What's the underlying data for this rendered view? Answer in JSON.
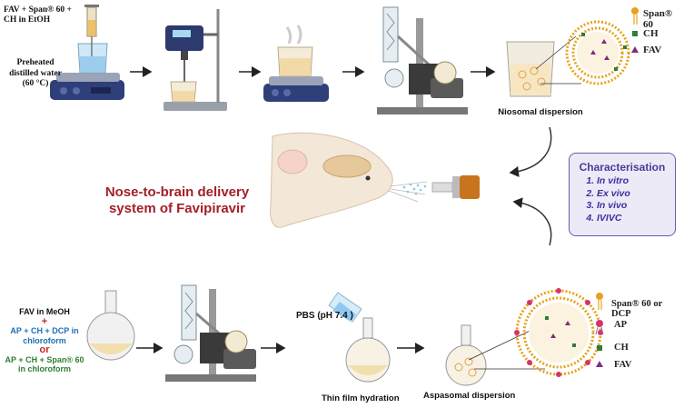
{
  "top_protocol": {
    "ingredients": "FAV + Span® 60 + CH in EtOH",
    "water": "Preheated distilled water (60 °C)",
    "product": "Niosomal dispersion",
    "legend": [
      {
        "label": "Span® 60",
        "color": "#e8a21a"
      },
      {
        "label": "CH",
        "color": "#2f7d3a"
      },
      {
        "label": "FAV",
        "color": "#7a2f7a"
      }
    ]
  },
  "center": {
    "title": "Nose-to-brain delivery system of Favipiravir"
  },
  "characterisation": {
    "heading": "Characterisation",
    "items": [
      "In vitro",
      "Ex vivo",
      "In vivo",
      "IVIVC"
    ]
  },
  "bottom_protocol": {
    "line1": "FAV in MeOH",
    "plus": "+",
    "option1": "AP + CH + DCP in chloroform",
    "or": "or",
    "option2": "AP + CH + Span® 60 in chloroform",
    "pbs": "PBS (pH 7.4 )",
    "hydration": "Thin film hydration",
    "product": "Aspasomal dispersion",
    "legend": [
      {
        "label": "Span® 60 or DCP",
        "color": "#e8a21a"
      },
      {
        "label": "AP",
        "color": "#d6336c"
      },
      {
        "label": "CH",
        "color": "#2f7d3a"
      },
      {
        "label": "FAV",
        "color": "#7a2f7a"
      }
    ]
  },
  "colors": {
    "title": "#a3202a",
    "box_border": "#6b5aa8",
    "option1": "#1f6fb5",
    "option2": "#2e7d32",
    "or_red": "#c62828"
  }
}
